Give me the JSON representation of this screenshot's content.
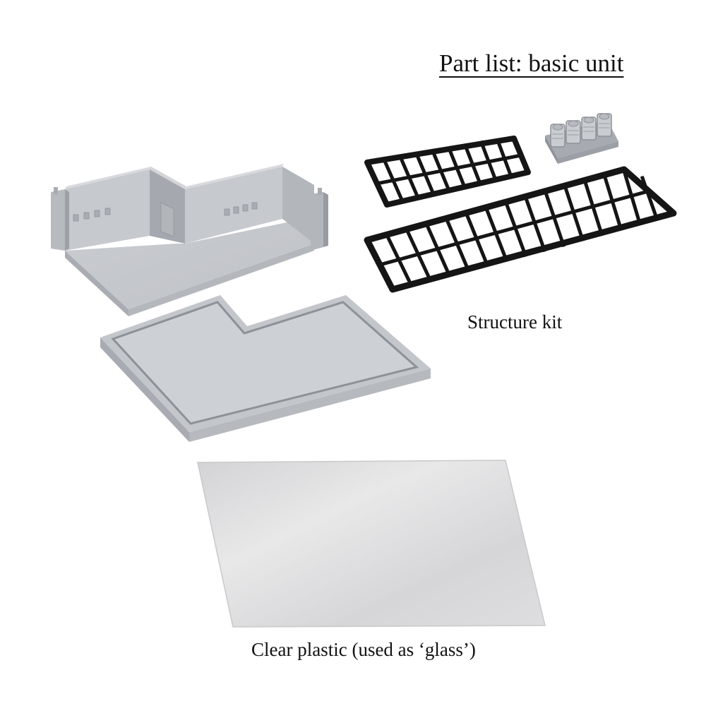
{
  "title": "Part list: basic unit",
  "parts": {
    "structure_kit": {
      "label": "Structure kit"
    },
    "clear_plastic": {
      "label": "Clear plastic (used as ‘glass’)"
    }
  },
  "colors": {
    "background": "#ffffff",
    "printed_grey": "#c4c7cc",
    "frame_black": "#151515",
    "sheet_grey": "#dcdcdd"
  }
}
